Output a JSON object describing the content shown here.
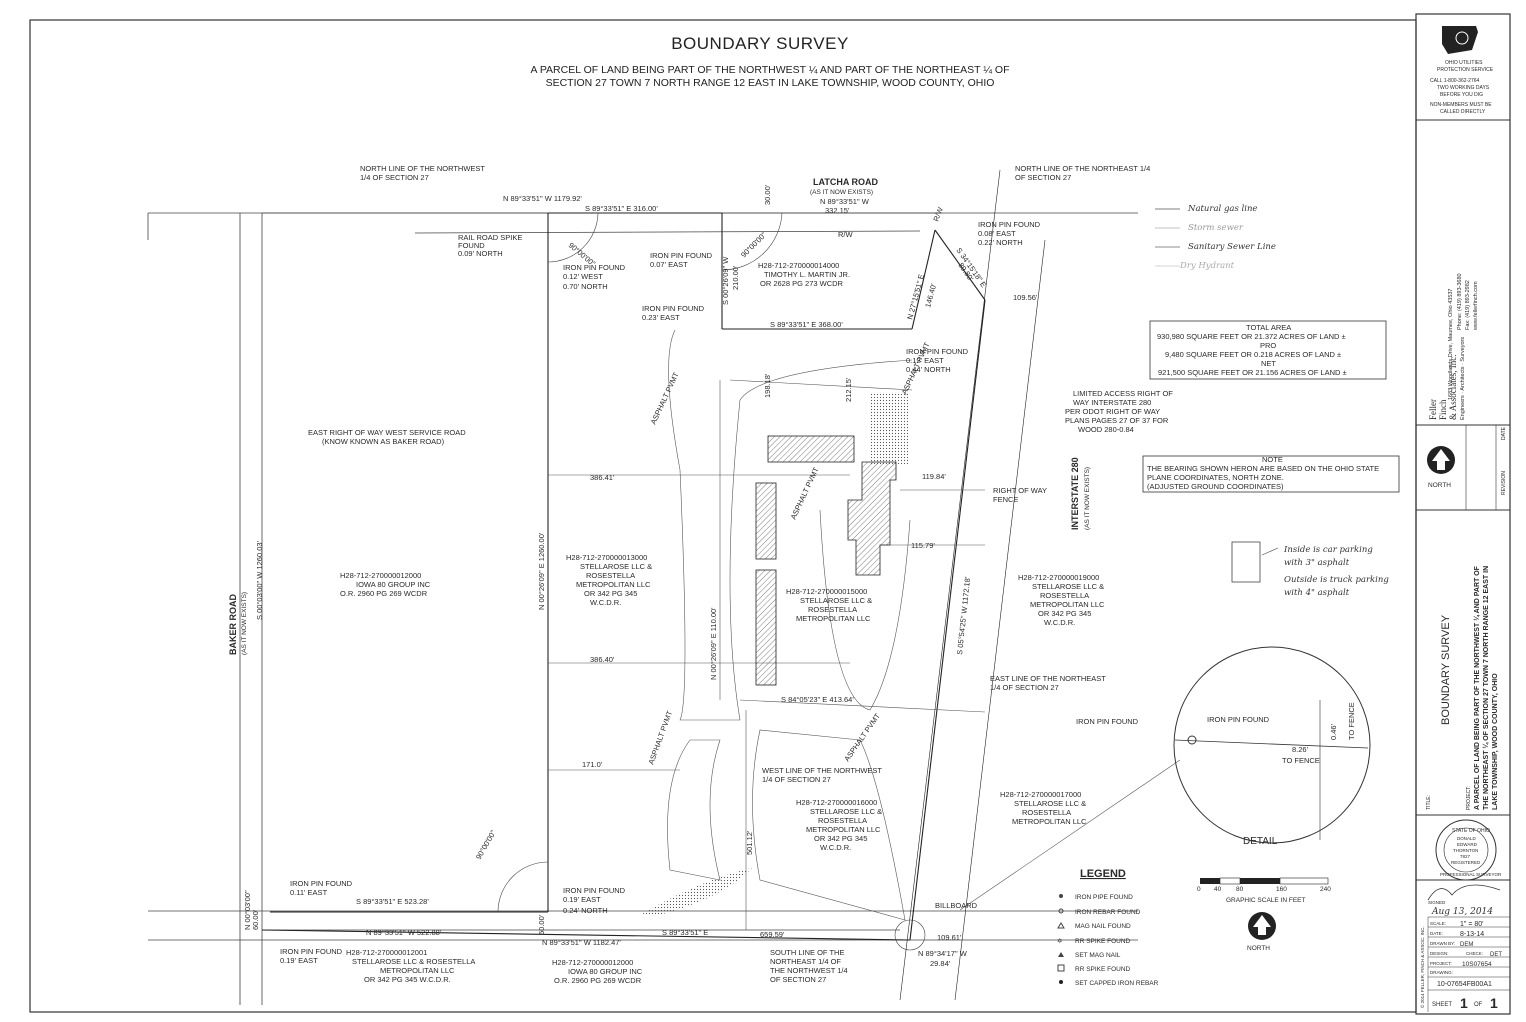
{
  "title": "BOUNDARY SURVEY",
  "subtitle_1": "A PARCEL OF LAND BEING PART OF THE NORTHWEST ¼ AND PART OF THE NORTHEAST ¼ OF",
  "subtitle_2": "SECTION 27  TOWN 7 NORTH RANGE 12 EAST IN LAKE TOWNSHIP, WOOD COUNTY, OHIO",
  "labels": {
    "nw_line": "NORTH LINE OF THE NORTHWEST",
    "nw_line2": "1/4 OF SECTION 27",
    "ne_line": "NORTH LINE OF THE NORTHEAST 1/4",
    "ne_line2": "OF SECTION 27",
    "latcha": "LATCHA ROAD",
    "latcha2": "(AS IT NOW EXISTS)",
    "b1": "N 89°33'51\" W   1179.92'",
    "b2": "S 89°33'51\" E   316.00'",
    "b3": "N 89°33'51\" W",
    "b3b": "332.15'",
    "b4": "30.00'",
    "rr_spike": "RAIL ROAD SPIKE",
    "rr_spike2": "FOUND",
    "rr_spike3": "0.09' NORTH",
    "rw": "R/W",
    "rw2": "R/W",
    "iron1": "IRON PIN FOUND",
    "iron1b": "0.12' WEST",
    "iron1c": "0.70' NORTH",
    "iron2": "IRON PIN FOUND",
    "iron2b": "0.07' EAST",
    "iron3": "IRON PIN FOUND",
    "iron3b": "0.08' EAST",
    "iron3c": "0.22' NORTH",
    "parcel_martin": "H28-712-270000014000",
    "parcel_martin2": "TIMOTHY L. MARTIN JR.",
    "parcel_martin3": "OR 2628 PG 273 WCDR",
    "b5": "S 00°26'09\" W",
    "b5b": "210.00'",
    "b6": "S 89°33'51\" E   368.00'",
    "iron4": "IRON PIN FOUND",
    "iron4b": "0.23' EAST",
    "b7": "N 27°15'51\" E",
    "b7b": "146.40'",
    "b8": "S 34°15'18\" E",
    "b8b": "89.80'",
    "b9": "109.56'",
    "iron5": "IRON PIN FOUND",
    "iron5b": "0.12' EAST",
    "iron5c": "0.44' NORTH",
    "asphalt1": "ASPHALT PVMT",
    "asphalt2": "ASPHALT PVMT",
    "asphalt3": "ASPHALT PVMT",
    "asphalt4": "ASPHALT PVMT",
    "asphalt5": "ASPHALT PVMT",
    "d198": "198.18'",
    "d212": "212.15'",
    "d386a": "386.41'",
    "d386b": "386.40'",
    "d119": "119.84'",
    "d115": "115.79'",
    "d171": "171.0'",
    "d501": "501.12'",
    "d110": "N 00°26'09\" E  110.00'",
    "d413": "S 84°05'23\" E   413.64'",
    "d1260a": "S 00°03'00\" W   1260.03'",
    "d1260b": "N 00°26'09\" E   1260.00'",
    "d1172": "S 05°54'25\" W   1172.18'",
    "limited1": "LIMITED ACCESS RIGHT OF",
    "limited2": "WAY INTERSTATE 280",
    "limited3": "PER ODOT RIGHT OF WAY",
    "limited4": "PLANS PAGES 27 OF 37 FOR",
    "limited5": "WOOD 280-0.84",
    "i280": "INTERSTATE 280",
    "i280b": "(AS IT NOW EXISTS)",
    "row_fence": "RIGHT OF WAY",
    "row_fence2": "FENCE",
    "east_row": "EAST RIGHT OF WAY WEST SERVICE ROAD",
    "east_row2": "(KNOW KNOWN AS BAKER ROAD)",
    "baker": "BAKER ROAD",
    "baker2": "(AS IT NOW EXISTS)",
    "p12000": "H28-712-270000012000",
    "p12000b": "IOWA 80 GROUP INC",
    "p12000c": "O.R. 2960 PG 269 WCDR",
    "p13000": "H28-712-270000013000",
    "p13000b": "STELLAROSE LLC &",
    "p13000c": "ROSESTELLA",
    "p13000d": "METROPOLITAN LLC",
    "p13000e": "OR 342 PG 345",
    "p13000f": "W.C.D.R.",
    "p15000": "H28-712-270000015000",
    "p15000b": "STELLAROSE LLC &",
    "p15000c": "ROSESTELLA",
    "p15000d": "METROPOLITAN LLC",
    "p19000": "H28-712-270000019000",
    "p19000b": "STELLAROSE LLC &",
    "p19000c": "ROSESTELLA",
    "p19000d": "METROPOLITAN LLC",
    "p19000e": "OR 342 PG 345",
    "p19000f": "W.C.D.R.",
    "east_line": "EAST LINE OF THE NORTHEAST",
    "east_line2": "1/4 OF SECTION 27",
    "west_line": "WEST LINE OF THE NORTHWEST",
    "west_line2": "1/4 OF SECTION 27",
    "p16000": "H28-712-270000016000",
    "p16000b": "STELLAROSE LLC &",
    "p16000c": "ROSESTELLA",
    "p16000d": "METROPOLITAN LLC",
    "p16000e": "OR 342 PG 345",
    "p16000f": "W.C.D.R.",
    "p17000": "H28-712-270000017000",
    "p17000b": "STELLAROSE LLC &",
    "p17000c": "ROSESTELLA",
    "p17000d": "METROPOLITAN LLC",
    "ang1": "90°00'00\"",
    "ang2": "90°00'00\"",
    "ang3": "90°00'00\"",
    "iron6": "IRON PIN FOUND",
    "iron6b": "0.11' EAST",
    "iron7": "IRON PIN FOUND",
    "iron7b": "0.19' EAST",
    "iron7c": "0.24' NORTH",
    "iron8": "IRON PIN FOUND",
    "iron8b": "0.19' EAST",
    "b10": "S 89°33'51\" E   523.28'",
    "b11": "N 89°33'51\" W   522.88'",
    "b12": "N 89°33'51\" W   1182.47'",
    "b13": "S 89°33'51\" E",
    "b14": "659.59'",
    "b15": "N 00°03'00\"",
    "b15b": "60.00'",
    "b16": "60.00'",
    "b17": "109.61'",
    "b18": "N 89°34'17\" W",
    "b18b": "29.84'",
    "billboard": "BILLBOARD",
    "p12001": "H28-712-270000012001",
    "p12001b": "STELLAROSE LLC & ROSESTELLA",
    "p12001c": "METROPOLITAN LLC",
    "p12001d": "OR 342 PG 345 W.C.D.R.",
    "p12000s": "H28-712-270000012000",
    "p12000sb": "IOWA 80 GROUP INC",
    "p12000sc": "O.R. 2960 PG 269 WCDR",
    "south_line": "SOUTH LINE OF THE",
    "south_line2": "NORTHEAST 1/4 OF",
    "south_line3": "THE NORTHWEST 1/4",
    "south_line4": "OF SECTION 27",
    "legend_title": "LEGEND",
    "legend": [
      "IRON PIPE FOUND",
      "IRON REBAR FOUND",
      "MAG NAIL FOUND",
      "RR SPIKE FOUND",
      "SET MAG NAIL",
      "RR SPIKE FOUND",
      "SET CAPPED IRON REBAR"
    ],
    "scale_title": "GRAPHIC SCALE IN FEET",
    "scale_ticks": [
      "0",
      "40",
      "80",
      "160",
      "240"
    ],
    "north": "NORTH",
    "north2": "NORTH",
    "detail": "DETAIL",
    "detail_iron1": "IRON PIN FOUND",
    "detail_iron2": "IRON PIN FOUND",
    "detail_826": "8.26'",
    "detail_fence": "TO FENCE",
    "detail_046": "0.46'",
    "detail_fence2": "TO FENCE"
  },
  "area": {
    "total_h": "TOTAL AREA",
    "total": "930,980 SQUARE FEET OR 21.372 ACRES OF LAND ±",
    "pro_h": "PRO",
    "pro": "9,480 SQUARE FEET OR 0.218 ACRES OF LAND ±",
    "net_h": "NET",
    "net": "921,500 SQUARE FEET OR 21.156 ACRES OF LAND ±"
  },
  "note": {
    "h": "NOTE",
    "l1": "THE BEARING SHOWN HERON ARE BASED ON THE OHIO STATE",
    "l2": "PLANE COORDINATES, NORTH ZONE.",
    "l3": "(ADJUSTED GROUND COORDINATES)"
  },
  "handwritten": {
    "gas": "Natural gas line",
    "storm": "Storm sewer",
    "sanitary": "Sanitary Sewer Line",
    "dry": "Dry Hydrant",
    "inside1": "Inside is car parking",
    "inside2": "with 3\" asphalt",
    "outside1": "Outside is truck parking",
    "outside2": "with 4\" asphalt"
  },
  "titleblock": {
    "ohio1": "OHIO UTILITIES",
    "ohio2": "PROTECTION SERVICE",
    "call1": "CALL 1-800-362-2764",
    "call2": "TWO WORKING DAYS",
    "call3": "BEFORE YOU DIG",
    "nonmem1": "NON-MEMBERS MUST BE",
    "nonmem2": "CALLED DIRECTLY",
    "firm_addr": "1683 Woodlands Drive, Maumee, Ohio 43537",
    "firm_phone": "Phone: (419) 893-3680",
    "firm_fax": "Fax: (419) 893-2982",
    "firm_web": "www.fellerfinch.com",
    "firm1": "Feller",
    "firm2": "Finch",
    "firm3": "& Associates, Inc.",
    "firm4": "Engineers · Architects · Surveyors",
    "north": "NORTH",
    "date": "DATE",
    "revision": "REVISION",
    "sheet_title": "BOUNDARY SURVEY",
    "proj1": "A PARCEL OF LAND BEING PART OF THE NORTHWEST ¼ AND PART OF",
    "proj2": "THE NORTHEAST ¼ OF SECTION 27 TOWN 7 NORTH RANGE 12 EAST IN",
    "proj3": "LAKE TOWNSHIP, WOOD COUNTY, OHIO",
    "title_lbl": "TITLE:",
    "project_lbl": "PROJECT:",
    "seal1": "STATE OF OHIO",
    "seal2": "DONALD",
    "seal3": "EDWARD",
    "seal4": "THORNTON",
    "seal5": "7827",
    "seal6": "REGISTERED",
    "seal7": "PROFESSIONAL SURVEYOR",
    "signed": "SIGNED",
    "sig_date": "Aug 13, 2014",
    "scale_l": "SCALE:",
    "scale_v": "1\" = 80'",
    "date_l": "DATE:",
    "date_v": "8-13-14",
    "drawn_l": "DRAWN BY:",
    "drawn_v": "DEM",
    "design_l": "DESIGN:",
    "check_l": "CHECK:",
    "check_v": "DET",
    "project_l": "PROJECT:",
    "project_v": "10S07654",
    "drawing_l": "DRAWING:",
    "drawing_v": "10-07654FB00A1",
    "sheet_l": "SHEET",
    "sheet_n": "1",
    "sheet_of": "OF",
    "sheet_t": "1",
    "copyright": "© 2014 FELLER, FINCH & ASSOC. INC."
  }
}
